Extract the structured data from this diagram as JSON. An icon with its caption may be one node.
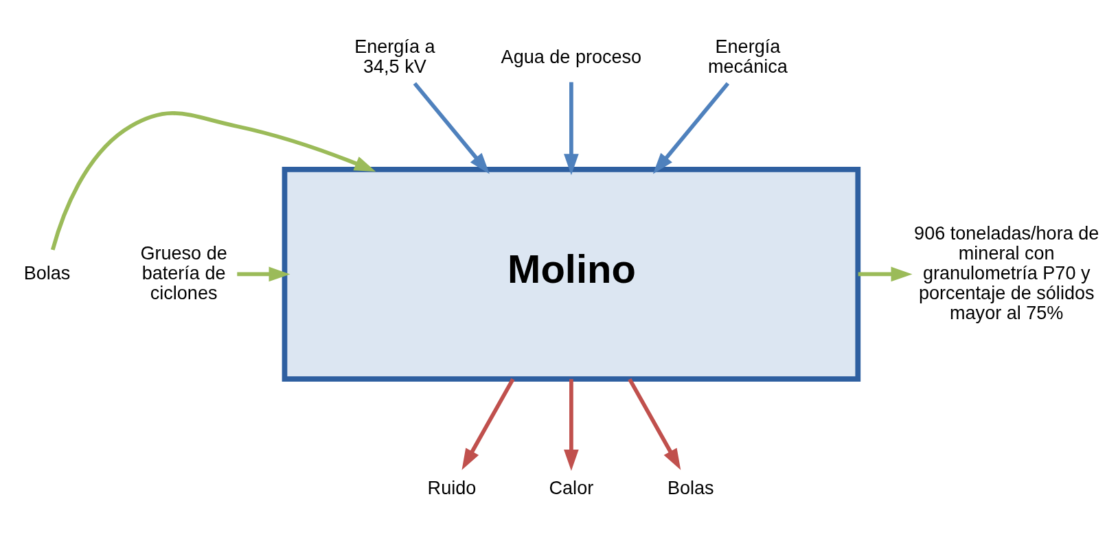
{
  "diagram": {
    "nodes": [
      {
        "text": [
          "Molino"
        ]
      },
      {
        "text": [
          "Energía a 34,5 kV"
        ]
      },
      {
        "text": [
          "Agua de proceso"
        ]
      },
      {
        "text": [
          "Energía mecánica"
        ]
      },
      {
        "text": [
          "Bolas"
        ]
      },
      {
        "text": [
          "Grueso de batería de ciclones"
        ]
      },
      {
        "text": [
          "906 toneladas/hora de mineral con granulometría P70 y porcentaje de sólidos mayor al 75%"
        ]
      },
      {
        "text": [
          "Ruido"
        ]
      },
      {
        "text": [
          "Calor"
        ]
      },
      {
        "text": [
          "Bolas"
        ]
      }
    ],
    "edges": [
      {
        "from": 1,
        "to": 0,
        "arrow": "to",
        "color": "#4f81bd"
      },
      {
        "from": 2,
        "to": 0,
        "arrow": "to",
        "color": "#4f81bd"
      },
      {
        "from": 3,
        "to": 0,
        "arrow": "to",
        "color": "#4f81bd"
      },
      {
        "from": 4,
        "to": 0,
        "arrow": "to",
        "color": "#9bbb59"
      },
      {
        "from": 5,
        "to": 0,
        "arrow": "to",
        "color": "#9bbb59"
      },
      {
        "from": 0,
        "to": 6,
        "arrow": "to",
        "color": "#9bbb59"
      },
      {
        "from": 0,
        "to": 7,
        "arrow": "to",
        "color": "#c0504d"
      },
      {
        "from": 0,
        "to": 8,
        "arrow": "to",
        "color": "#c0504d"
      },
      {
        "from": 0,
        "to": 9,
        "arrow": "to",
        "color": "#c0504d"
      }
    ]
  }
}
